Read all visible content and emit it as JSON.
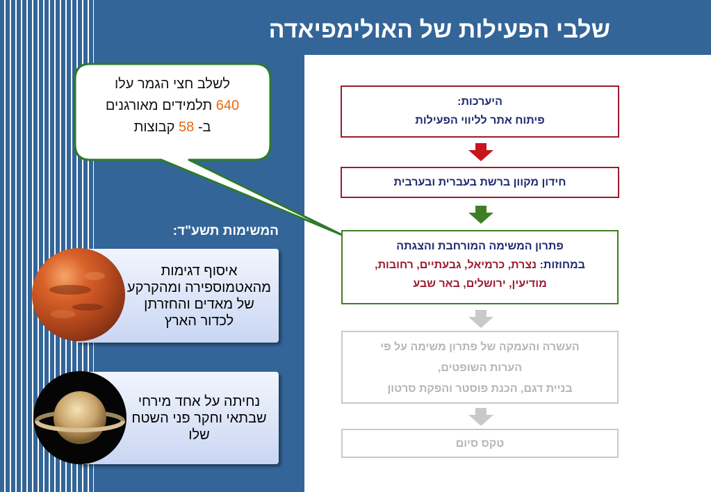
{
  "title": "שלבי הפעילות של האולימפיאדה",
  "callout": {
    "line1": "לשלב חצי הגמר עלו",
    "line2_number": "640",
    "line2_text": "תלמידים מאורגנים",
    "line3_prefix": "ב-",
    "line3_number": "58",
    "line3_text": "קבוצות"
  },
  "missions_label": "המשימות תשע\"ד:",
  "missions": [
    {
      "text": "איסוף דגימות מהאטמוספירה ומהקרקע של מאדים והחזרתן לכדור הארץ",
      "image_icon": "mars-planet"
    },
    {
      "text": "נחיתה על אחד מירחי שבתאי וחקר פני השטח שלו",
      "image_icon": "saturn-planet"
    }
  ],
  "steps": [
    {
      "line1": "היערכות:",
      "line2": "פיתוח אתר לליווי הפעילות"
    },
    {
      "line1": "חידון מקוון ברשת בעברית ובערבית"
    },
    {
      "line1": "פתרון המשימה המורחבת והצגתה",
      "line2_label": "במחוזות:",
      "line2_cities": "נצרת, כרמיאל, גבעתיים, רחובות,",
      "line3_cities": "מודיעין, ירושלים, באר שבע"
    },
    {
      "line1": "העשרה והעמקה של פתרון משימה על פי",
      "line2": "הערות השופטים,",
      "line3": "בניית דגם, הכנת פוסטר והפקת סרטון"
    },
    {
      "line1": "טקס סיום"
    }
  ],
  "colors": {
    "background": "#336598",
    "step_border_active": "#9a1b2f",
    "step_border_current": "#3e7f24",
    "step_border_future": "#c9c9c9",
    "arrow_red": "#c8141c",
    "arrow_green": "#3e7f24",
    "arrow_gray": "#c9c9c9",
    "number_highlight": "#e8670c"
  }
}
